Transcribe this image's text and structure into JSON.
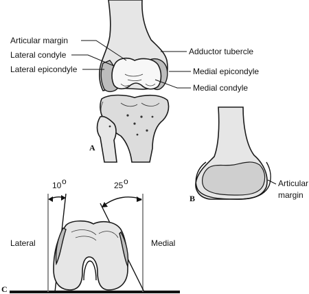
{
  "panel_a": {
    "label": "A",
    "labels": {
      "articular_margin": "Articular margin",
      "lateral_condyle": "Lateral condyle",
      "lateral_epicondyle": "Lateral epicondyle",
      "adductor_tubercle": "Adductor tubercle",
      "medial_epicondyle": "Medial epicondyle",
      "medial_condyle": "Medial condyle"
    }
  },
  "panel_b": {
    "label": "B",
    "articular_margin_line1": "Articular",
    "articular_margin_line2": "margin"
  },
  "panel_c": {
    "label": "C",
    "lateral": "Lateral",
    "medial": "Medial",
    "angle_lateral": "10",
    "angle_medial": "25",
    "degree_symbol": "o"
  }
}
